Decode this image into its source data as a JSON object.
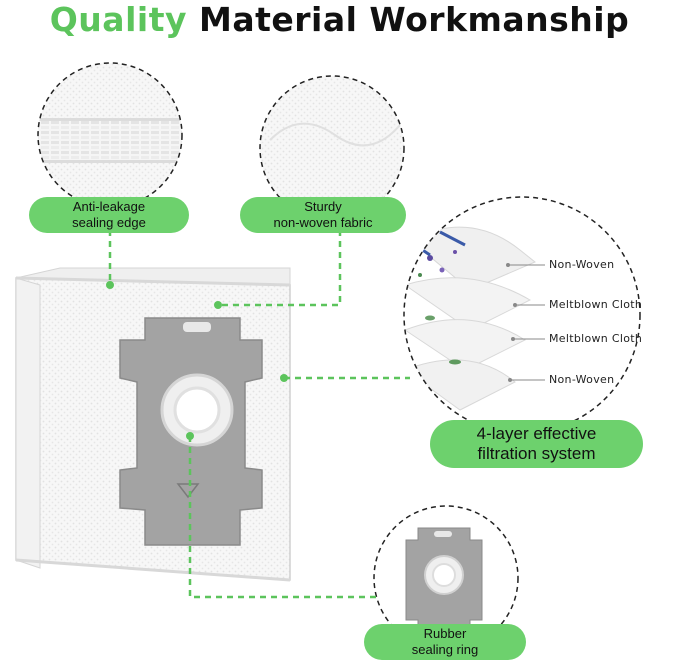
{
  "header": {
    "accent_word": "Quality",
    "rest_words": "Material Workmanship"
  },
  "callouts": {
    "anti_leakage": "Anti-leakage\nsealing edge",
    "fabric": "Sturdy\nnon-woven fabric",
    "filtration": "4-layer effective\nfiltration system",
    "rubber_ring": "Rubber\nsealing ring"
  },
  "layers": [
    "Non-Woven",
    "Meltblown Cloth",
    "Meltblown Cloth",
    "Non-Woven"
  ],
  "colors": {
    "accent_green": "#5cc45c",
    "pill_green": "#6dd16d",
    "plate_gray": "#9e9e9e"
  }
}
